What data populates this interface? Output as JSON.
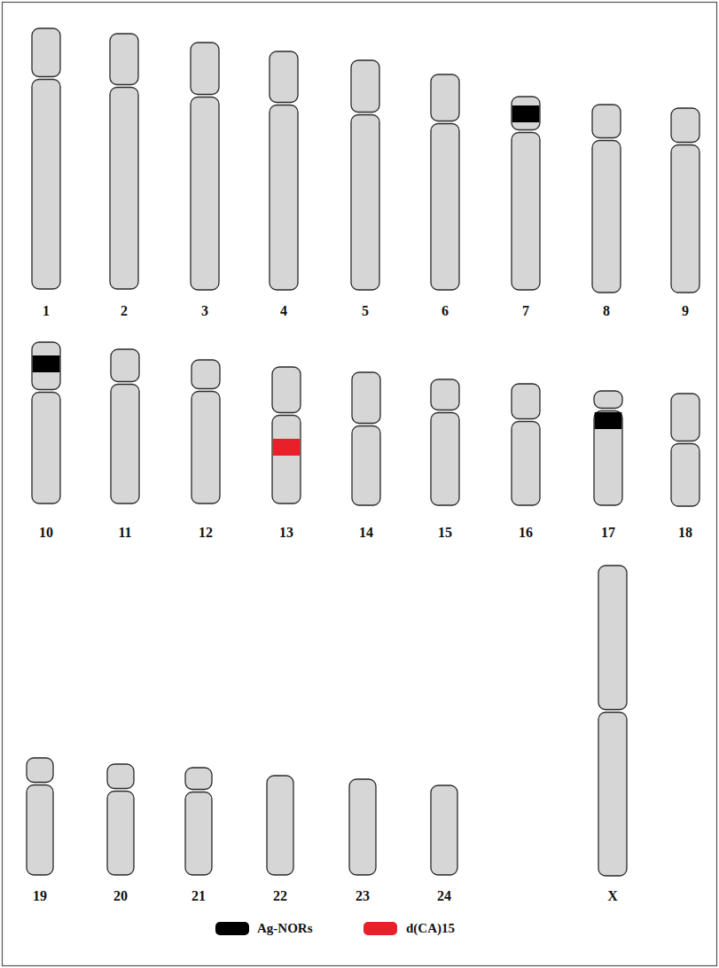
{
  "diagram": {
    "labels": [
      "1",
      "2",
      "3",
      "4",
      "5",
      "6",
      "7",
      "8",
      "9",
      "10",
      "11",
      "12",
      "13",
      "14",
      "15",
      "16",
      "17",
      "18",
      "19",
      "20",
      "21",
      "22",
      "23",
      "24",
      "X"
    ],
    "legend": [
      {
        "text": "Ag-NORs",
        "color": "#000000"
      },
      {
        "text": "d(CA)15",
        "color": "#e8202a"
      }
    ]
  }
}
